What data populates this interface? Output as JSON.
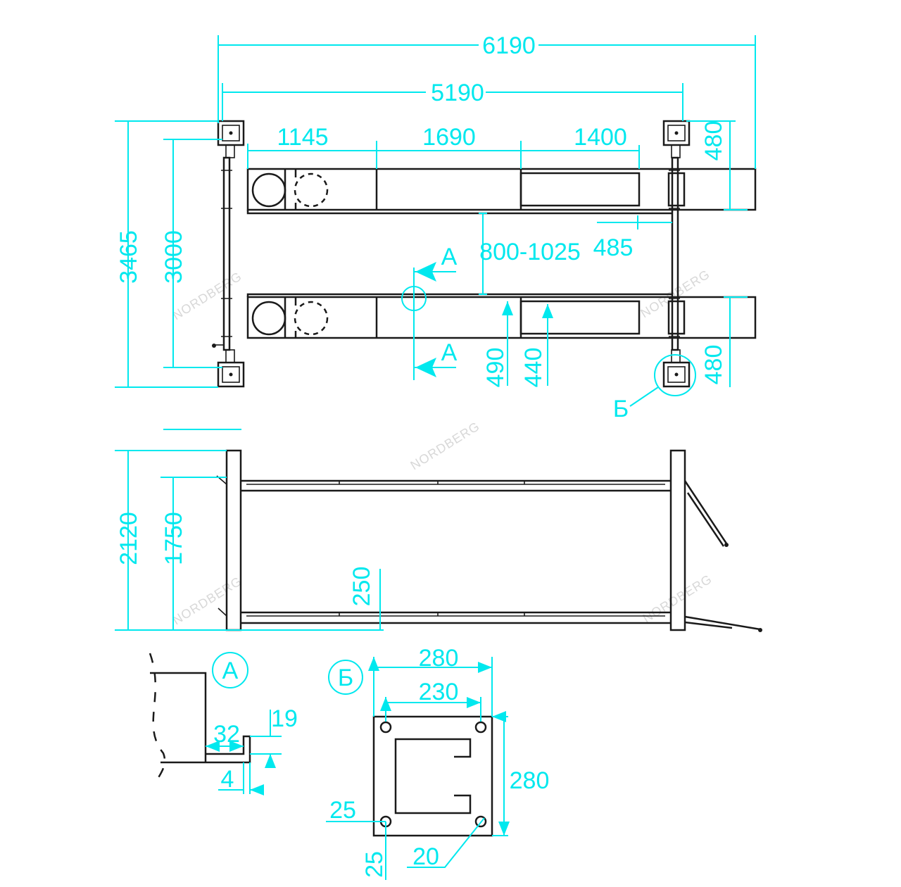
{
  "drawing": {
    "colors": {
      "dimension": "#00e8ee",
      "outline": "#1a1a1a"
    },
    "watermark": "NORDBERG",
    "top_view": {
      "overall_length": "6190",
      "post_spacing": "5190",
      "segment_1": "1145",
      "segment_2": "1690",
      "segment_3": "1400",
      "runway_width_top": "480",
      "runway_width_bottom": "480",
      "overhang": "485",
      "runway_gap": "800-1025",
      "inner_width_490": "490",
      "inner_width_440": "440",
      "overall_width": "3465",
      "post_width": "3000",
      "section_marker": "A",
      "section_marker_2": "A",
      "detail_marker": "Б"
    },
    "side_view": {
      "overall_height": "2120",
      "lift_height": "1750",
      "min_height": "250"
    },
    "detail_a": {
      "label": "A",
      "width": "32",
      "lip_height": "19",
      "thickness": "4"
    },
    "detail_b": {
      "label": "Б",
      "plate_width": "280",
      "hole_spacing": "230",
      "plate_height": "280",
      "hole_offset_x": "25",
      "hole_offset_y": "25",
      "hole_diameter": "20"
    }
  }
}
